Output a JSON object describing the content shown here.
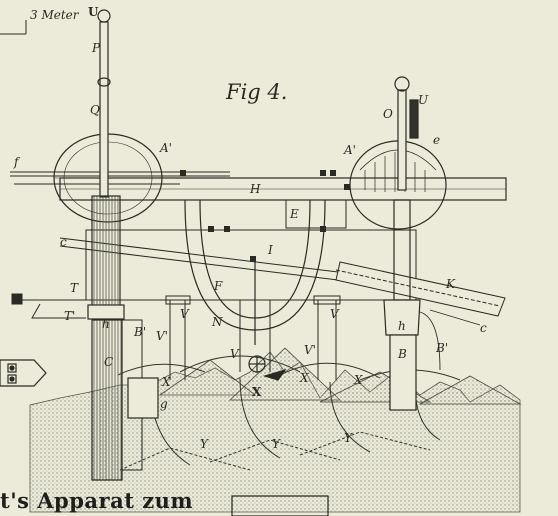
{
  "scale_label": "3 Meter",
  "figure_title": "Fig 4.",
  "caption": "t's Apparat zum",
  "colors": {
    "paper": "#ecebd9",
    "ink": "#2a2a24",
    "hatch": "#8c8c80"
  },
  "labels": {
    "U_top": "U",
    "P": "P",
    "Q": "Q",
    "A_left": "A'",
    "f": "f",
    "O": "O",
    "U_right": "U",
    "e": "e",
    "A_right": "A'",
    "H": "H",
    "E": "E",
    "c_left": "c",
    "I": "I",
    "K": "K",
    "T": "T",
    "F": "F",
    "T_prime": "T'",
    "h_left": "h",
    "B_prime_left": "B'",
    "N": "N",
    "V_a": "V",
    "V_b": "V",
    "V_prime_left": "V'",
    "h_right": "h",
    "c_right": "c",
    "B_right": "B",
    "B_prime_right": "B'",
    "C": "C",
    "V_c": "V",
    "V_prime_right": "V'",
    "X_a": "X",
    "X_b": "X",
    "X_c": "X",
    "X_d": "X",
    "g": "g",
    "Y_a": "Y",
    "Y_b": "Y",
    "Y_c": "Y"
  }
}
